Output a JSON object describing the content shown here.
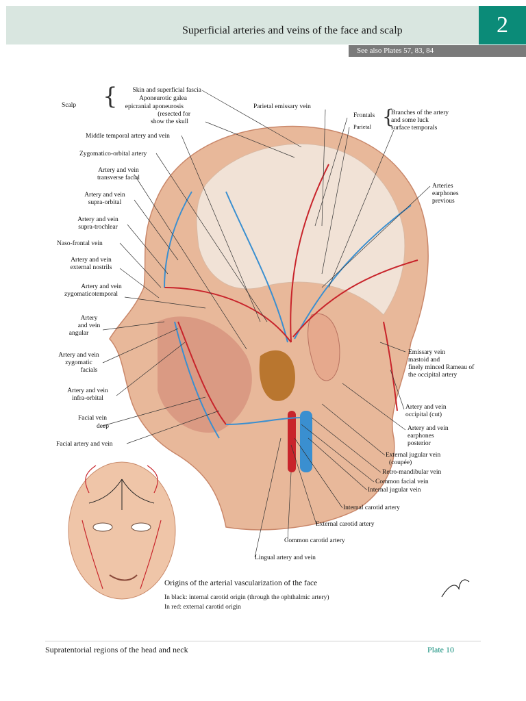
{
  "header": {
    "title": "Superficial arteries and veins of the face and scalp",
    "plate_number": "2",
    "see_also": "See also Plates 57, 83, 84"
  },
  "labels": {
    "scalp": "Scalp",
    "skin": "Skin and superficial fascia",
    "galea": "Aponeurotic galea",
    "epicranial": "epicranial aponeurosis",
    "resected": "(resected for",
    "show_skull": "show the skull",
    "parietal_emissary": "Parietal emissary vein",
    "frontals": "Frontals",
    "parietal": "Parietal",
    "branches1": "Branches of the artery",
    "branches2": "and some luck",
    "branches3": "surface temporals",
    "middle_temporal": "Middle temporal artery and vein",
    "zygomatico_orbital": "Zygomatico-orbital artery",
    "transverse1": "Artery and vein",
    "transverse2": "transverse facial",
    "supraorbital1": "Artery and vein",
    "supraorbital2": "supra-orbital",
    "supratrochlear1": "Artery and vein",
    "supratrochlear2": "supra-trochlear",
    "nasofrontal": "Naso-frontal vein",
    "nostrils1": "Artery and vein",
    "nostrils2": "external nostrils",
    "zygtemp1": "Artery and vein",
    "zygtemp2": "zygomaticotemporal",
    "angular1": "Artery",
    "angular2": "and vein",
    "angular3": "angular",
    "zygfac1": "Artery and vein",
    "zygfac2": "zygomatic",
    "zygfac3": "facials",
    "infraorb1": "Artery and vein",
    "infraorb2": "infra-orbital",
    "deepfacial1": "Facial vein",
    "deepfacial2": "deep",
    "facial_av": "Facial artery and vein",
    "arteries1": "Arteries",
    "arteries2": "earphones",
    "arteries3": "previous",
    "emissary1": "Emissary vein",
    "emissary2": "mastoid and",
    "emissary3": "finely minced Rameau of",
    "emissary4": "the occipital artery",
    "occipital1": "Artery and vein",
    "occipital2": "occipital (cut)",
    "posterior1": "Artery and vein",
    "posterior2": "earphones",
    "posterior3": "posterior",
    "extjug1": "External jugular vein",
    "extjug2": "(coupée)",
    "retromand": "Retro-mandibular vein",
    "commonfacial": "Common facial vein",
    "intjug": "Internal jugular vein",
    "intcarotid": "Internal carotid artery",
    "extcarotid": "External carotid artery",
    "commoncarotid": "Common carotid artery",
    "lingual": "Lingual artery and vein"
  },
  "caption": {
    "title": "Origins of the arterial vascularization of the face",
    "line1": "In black: internal carotid origin (through the ophthalmic artery)",
    "line2": "In red: external carotid origin"
  },
  "footer": {
    "left": "Supratentorial regions of the head and neck",
    "right": "Plate 10"
  },
  "colors": {
    "accent": "#0b8b78",
    "header_bg": "#d9e6e0",
    "artery": "#c8242b",
    "vein": "#3a8fd0"
  }
}
